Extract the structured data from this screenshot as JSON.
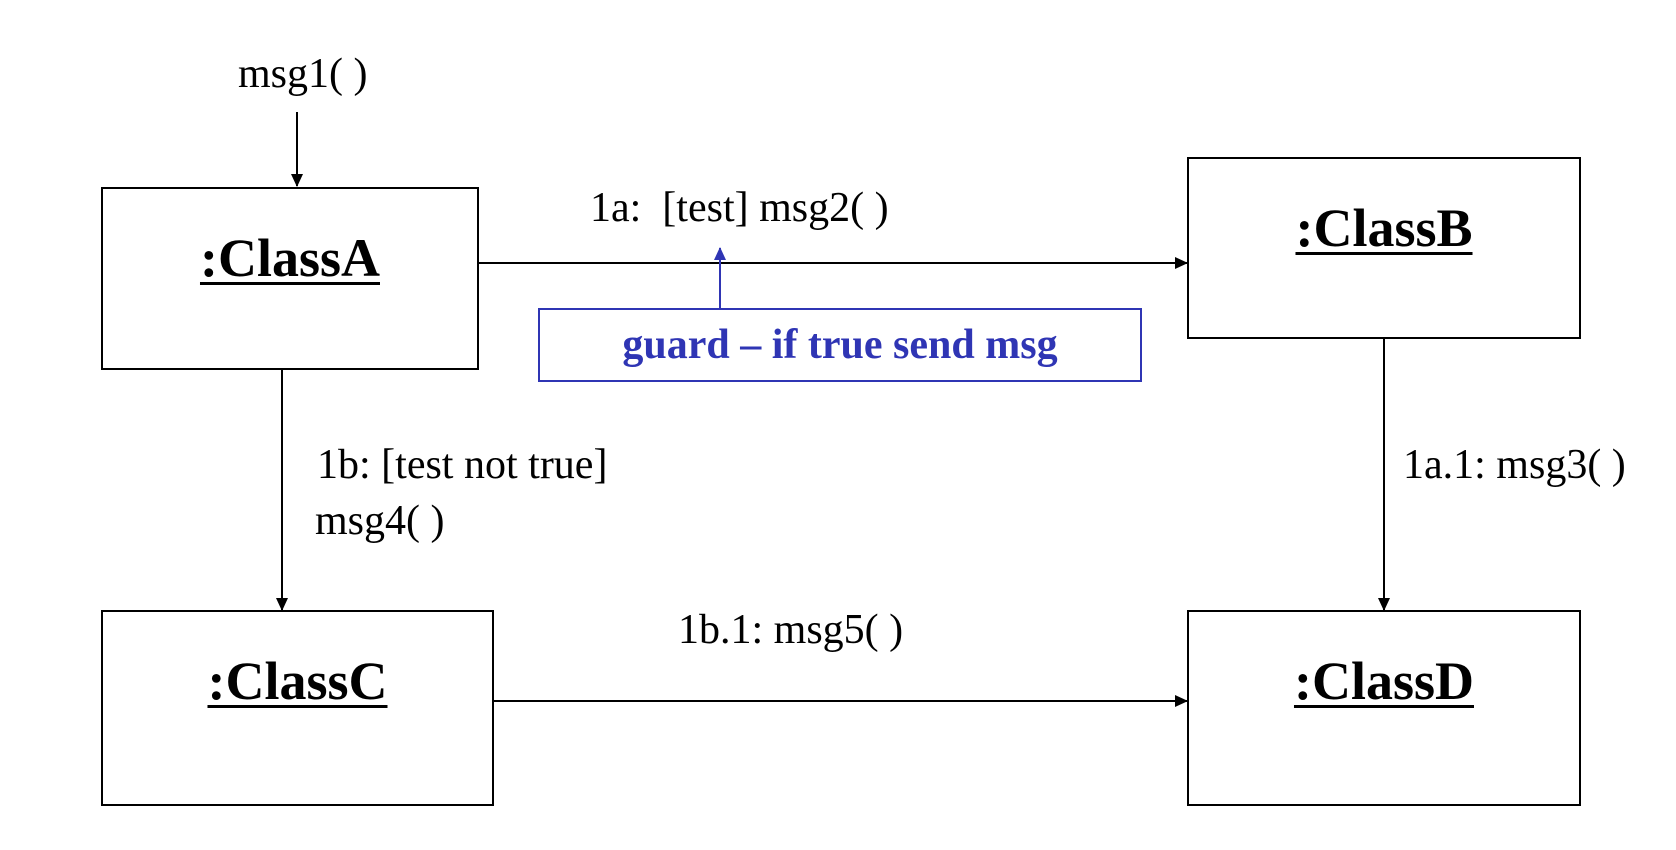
{
  "classes": {
    "a": ":ClassA",
    "b": ":ClassB",
    "c": ":ClassC",
    "d": ":ClassD"
  },
  "messages": {
    "msg1": "msg1( )",
    "m1a": "1a:  [test] msg2( )",
    "m1b_line1": "1b: [test not true]",
    "m1b_line2": "msg4( )",
    "m1a1": "1a.1: msg3( )",
    "m1b1": "1b.1: msg5( )"
  },
  "guard_note": "guard – if true send msg",
  "colors": {
    "lines": "#000000",
    "note": "#2f35b4"
  }
}
